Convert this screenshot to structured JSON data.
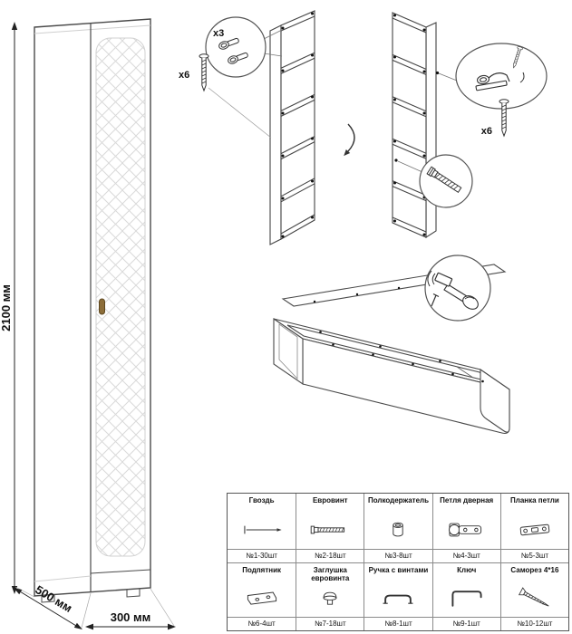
{
  "figure": {
    "height_label": "2100 мм",
    "depth_label": "500 мм",
    "width_label": "300 мм"
  },
  "callouts": {
    "hinge_qty": "x3",
    "screw_qty_left": "x6",
    "screw_qty_right": "x6"
  },
  "parts": {
    "row1": [
      {
        "name": "Гвоздь",
        "qty": "№1-30шт",
        "icon": "nail-icon"
      },
      {
        "name": "Евровинт",
        "qty": "№2-18шт",
        "icon": "euroscrew-icon"
      },
      {
        "name": "Полкодержатель",
        "qty": "№3-8шт",
        "icon": "shelf-holder-icon"
      },
      {
        "name": "Петля дверная",
        "qty": "№4-3шт",
        "icon": "door-hinge-icon"
      },
      {
        "name": "Планка петли",
        "qty": "№5-3шт",
        "icon": "hinge-plate-icon"
      }
    ],
    "row2": [
      {
        "name": "Подпятник",
        "qty": "№6-4шт",
        "icon": "foot-icon"
      },
      {
        "name": "Заглушка евровинта",
        "qty": "№7-18шт",
        "icon": "euroscrew-cap-icon"
      },
      {
        "name": "Ручка с винтами",
        "qty": "№8-1шт",
        "icon": "handle-icon"
      },
      {
        "name": "Ключ",
        "qty": "№9-1шт",
        "icon": "hex-key-icon"
      },
      {
        "name": "Саморез 4*16",
        "qty": "№10-12шт",
        "icon": "screw-icon"
      }
    ]
  },
  "colors": {
    "line": "#3f3f3f",
    "pattern": "#d9d9d9",
    "handle": "#8d6e3a",
    "table_border": "#8a8a8a"
  }
}
